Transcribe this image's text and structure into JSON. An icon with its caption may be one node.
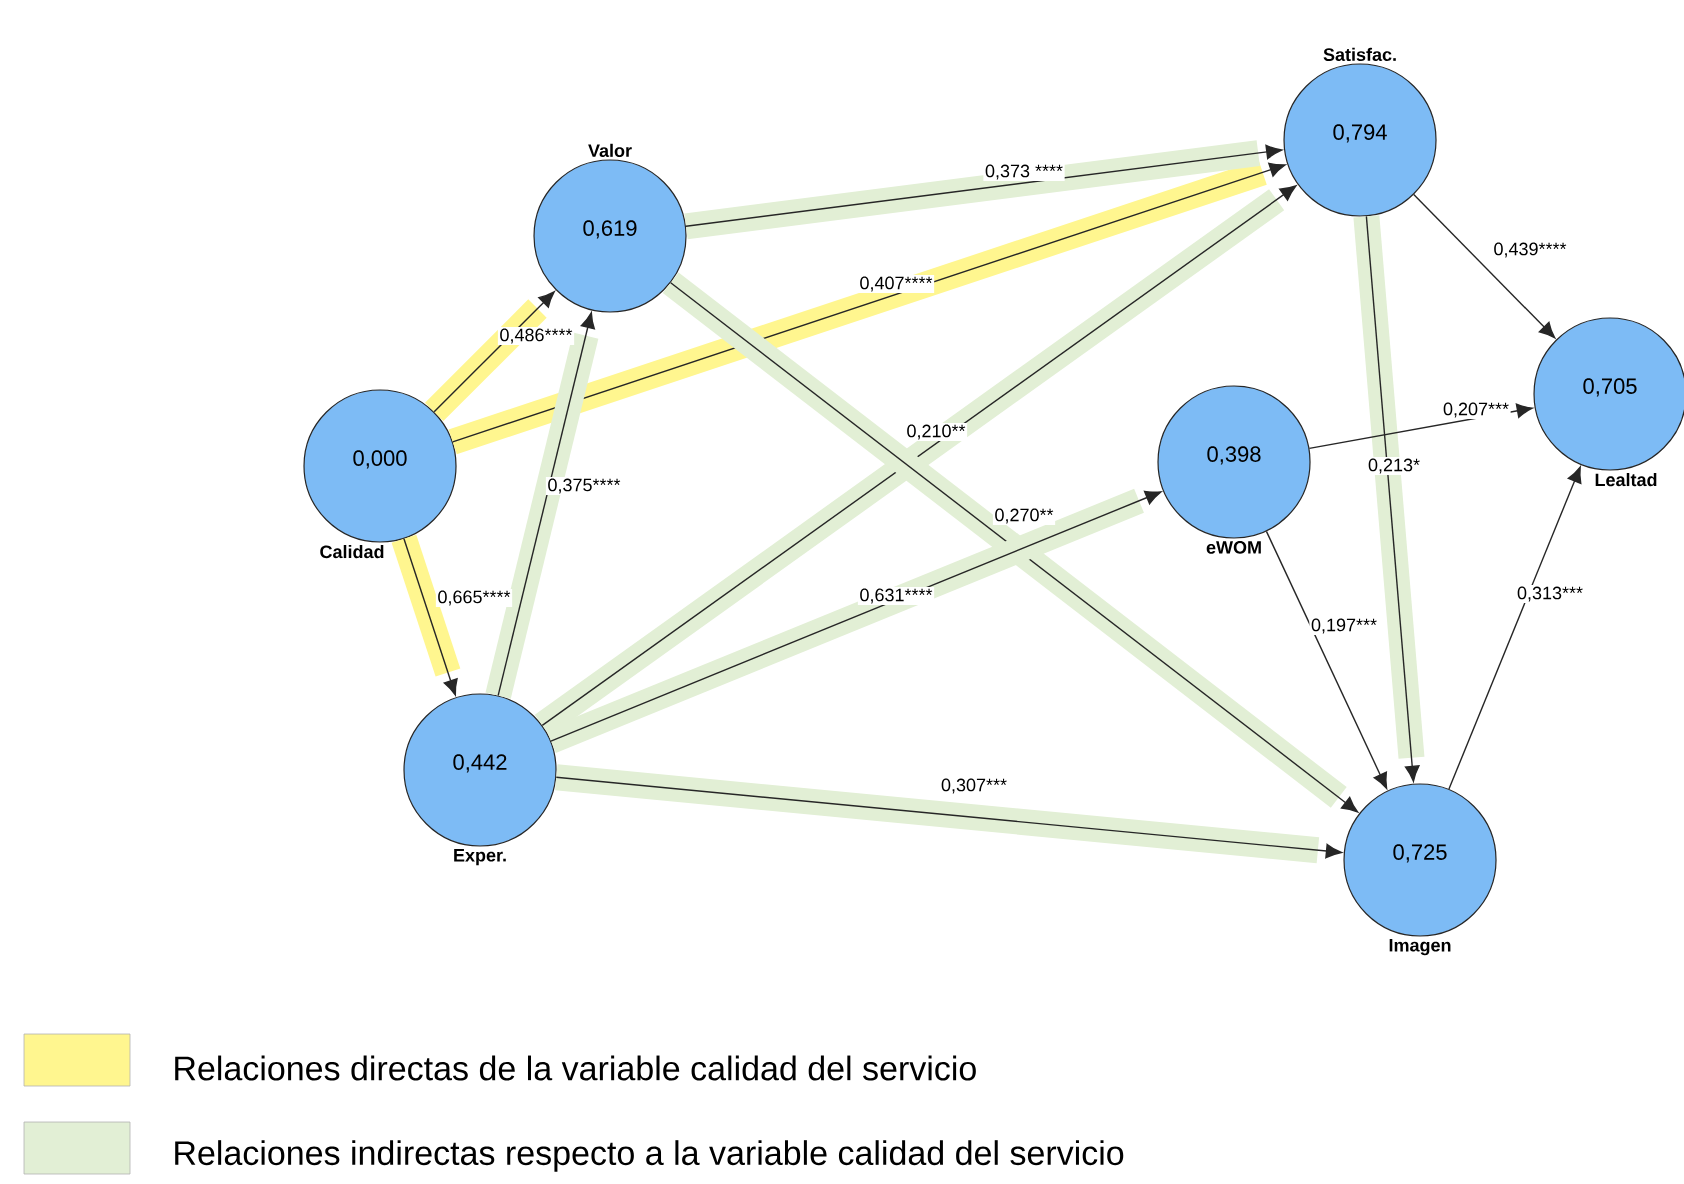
{
  "diagram": {
    "nodes": [
      {
        "text": [
          "0,000",
          "Calidad"
        ]
      },
      {
        "text": [
          "Valor",
          "0,619"
        ]
      },
      {
        "text": [
          "Satisfac.",
          "0,794"
        ]
      },
      {
        "text": [
          "0,398",
          "eWOM"
        ]
      },
      {
        "text": [
          "0,705",
          "Lealtad"
        ]
      },
      {
        "text": [
          "0,442",
          "Exper."
        ]
      },
      {
        "text": [
          "0,725",
          "Imagen"
        ]
      }
    ],
    "edges": [
      {
        "from": 0,
        "to": 1,
        "arrow": "to",
        "label": "0,486****"
      },
      {
        "from": 0,
        "to": 2,
        "arrow": "to",
        "label": "0,407****"
      },
      {
        "from": 0,
        "to": 5,
        "arrow": "to",
        "label": "0,665****"
      },
      {
        "from": 5,
        "to": 1,
        "arrow": "to",
        "label": "0,375****"
      },
      {
        "from": 1,
        "to": 2,
        "arrow": "to",
        "label": "0,373 ****"
      },
      {
        "from": 5,
        "to": 2,
        "arrow": "to",
        "label": "0,210**"
      },
      {
        "from": 1,
        "to": 6,
        "arrow": "to",
        "label": "0,270**"
      },
      {
        "from": 5,
        "to": 3,
        "arrow": "to",
        "label": "0,631****"
      },
      {
        "from": 5,
        "to": 6,
        "arrow": "to",
        "label": "0,307***"
      },
      {
        "from": 2,
        "to": 6,
        "arrow": "to",
        "label": "0,213*"
      },
      {
        "from": 2,
        "to": 4,
        "arrow": "to",
        "label": "0,439****"
      },
      {
        "from": 3,
        "to": 4,
        "arrow": "to",
        "label": "0,207***"
      },
      {
        "from": 3,
        "to": 6,
        "arrow": "to",
        "label": "0,197***"
      },
      {
        "from": 6,
        "to": 4,
        "arrow": "to",
        "label": "0,313***"
      }
    ],
    "legend": [
      {
        "text": "Relaciones directas de la variable calidad del servicio",
        "color": "#fff68f"
      },
      {
        "text": "Relaciones indirectas respecto a la variable calidad del servicio",
        "color": "#e2efd5"
      }
    ]
  }
}
